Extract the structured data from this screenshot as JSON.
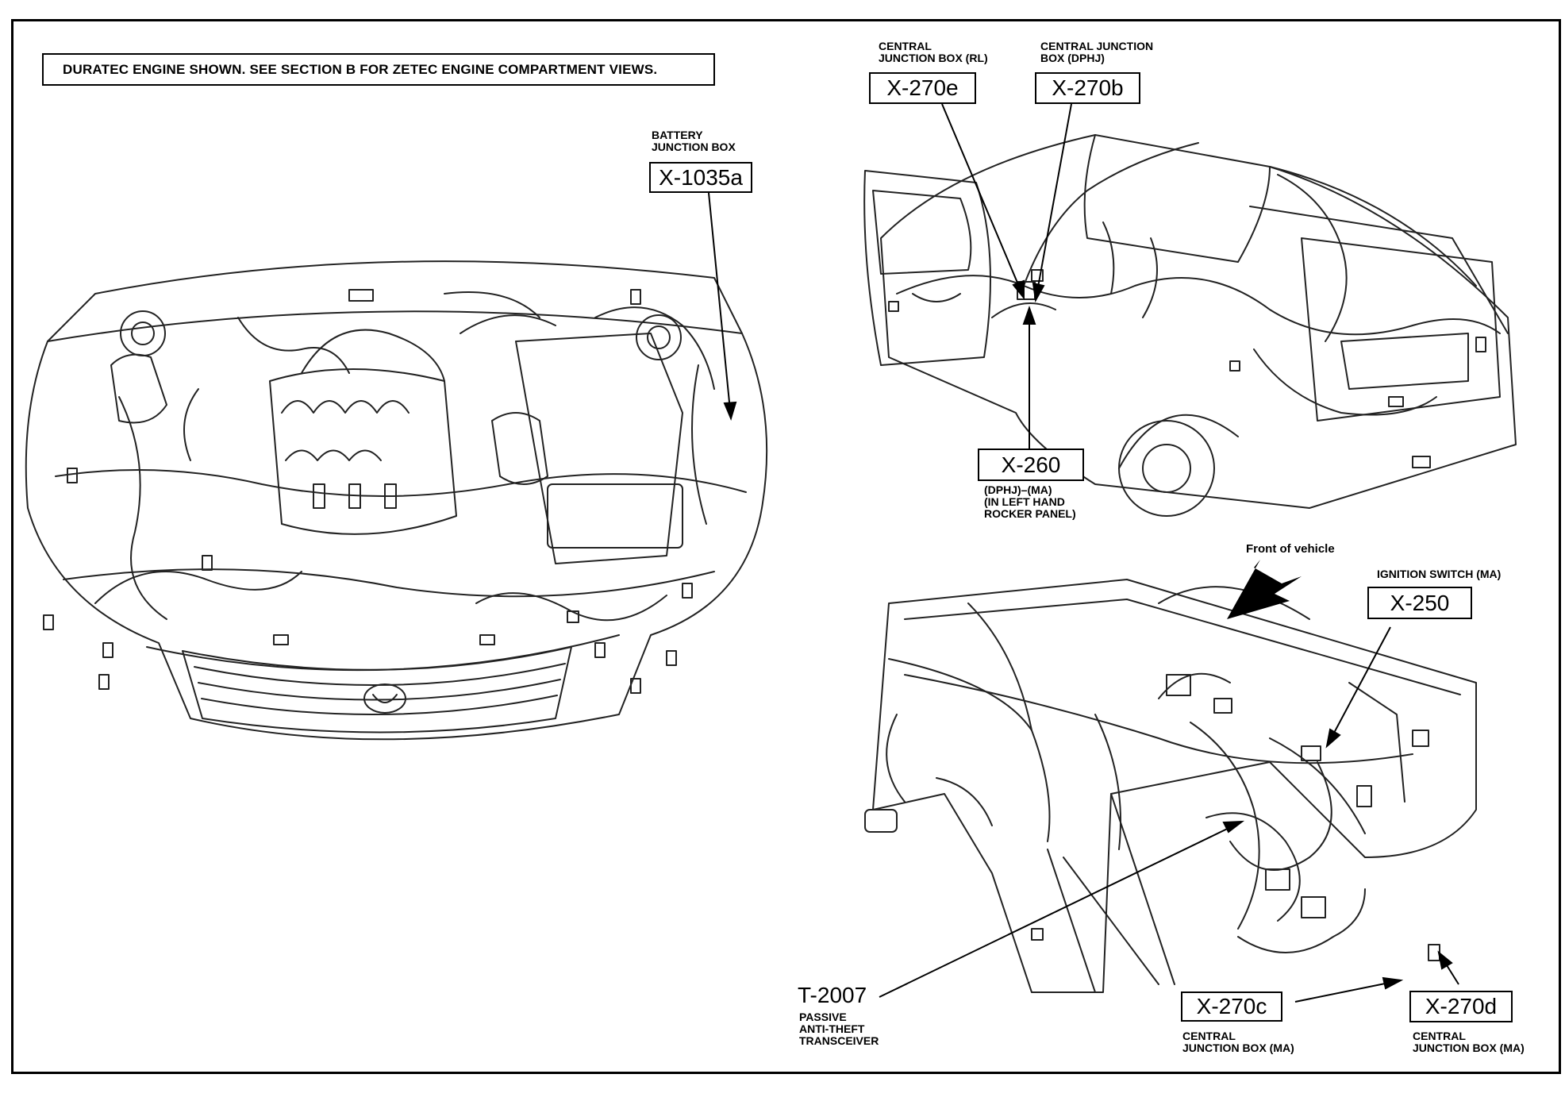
{
  "note": "DURATEC ENGINE SHOWN. SEE SECTION B FOR ZETEC ENGINE COMPARTMENT VIEWS.",
  "callouts": {
    "x1035a": {
      "code": "X-1035a",
      "label": "BATTERY\nJUNCTION BOX"
    },
    "x270e": {
      "code": "X-270e",
      "label": "CENTRAL\nJUNCTION BOX (RL)"
    },
    "x270b": {
      "code": "X-270b",
      "label": "CENTRAL JUNCTION\nBOX (DPHJ)"
    },
    "x260": {
      "code": "X-260",
      "label": "(DPHJ)–(MA)\n(IN LEFT HAND\nROCKER PANEL)"
    },
    "x250": {
      "code": "X-250",
      "label": "IGNITION SWITCH (MA)"
    },
    "x270c": {
      "code": "X-270c",
      "label": "CENTRAL\nJUNCTION BOX (MA)"
    },
    "x270d": {
      "code": "X-270d",
      "label": "CENTRAL\nJUNCTION BOX (MA)"
    },
    "t2007": {
      "code": "T-2007",
      "label": "PASSIVE\nANTI-THEFT\nTRANSCEIVER"
    }
  },
  "front_of_vehicle": "Front of vehicle",
  "colors": {
    "ink": "#000000",
    "paper": "#ffffff",
    "sketch": "#222222"
  }
}
